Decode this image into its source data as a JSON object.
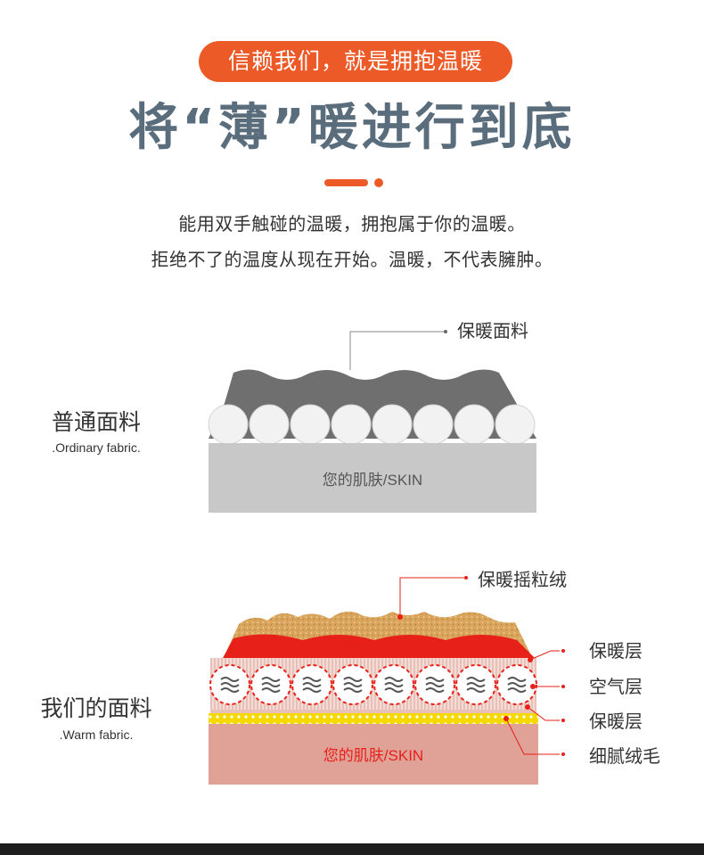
{
  "header": {
    "badge": "信赖我们，就是拥抱温暖",
    "headline": "将“薄”暖进行到底",
    "description_lines": [
      "能用双手触碰的温暖，拥抱属于你的温暖。",
      "拒绝不了的温度从现在开始。温暖，不代表臃肿。"
    ]
  },
  "ordinary": {
    "title": "普通面料",
    "subtitle": ".Ordinary fabric.",
    "skin_label": "您的肌肤/SKIN",
    "callout": "保暖面料"
  },
  "ours": {
    "title": "我们的面料",
    "subtitle": ".Warm fabric.",
    "skin_label": "您的肌肤/SKIN",
    "callouts": [
      "保暖摇粒绒",
      "保暖层",
      "空气层",
      "保暖层",
      "细腻绒毛"
    ]
  },
  "colors": {
    "accent": "#ec5a28",
    "headline": "#5a6d7d",
    "ordinary_top": "#6f6f6f",
    "ordinary_skin": "#c8c8c8",
    "fleece": "#d9a55c",
    "warm_red": "#e8201a",
    "air_layer": "#f0d8d3",
    "fine_fuzz": "#f5d800",
    "our_skin": "#e0a196",
    "our_skin_text": "#e8201a"
  }
}
